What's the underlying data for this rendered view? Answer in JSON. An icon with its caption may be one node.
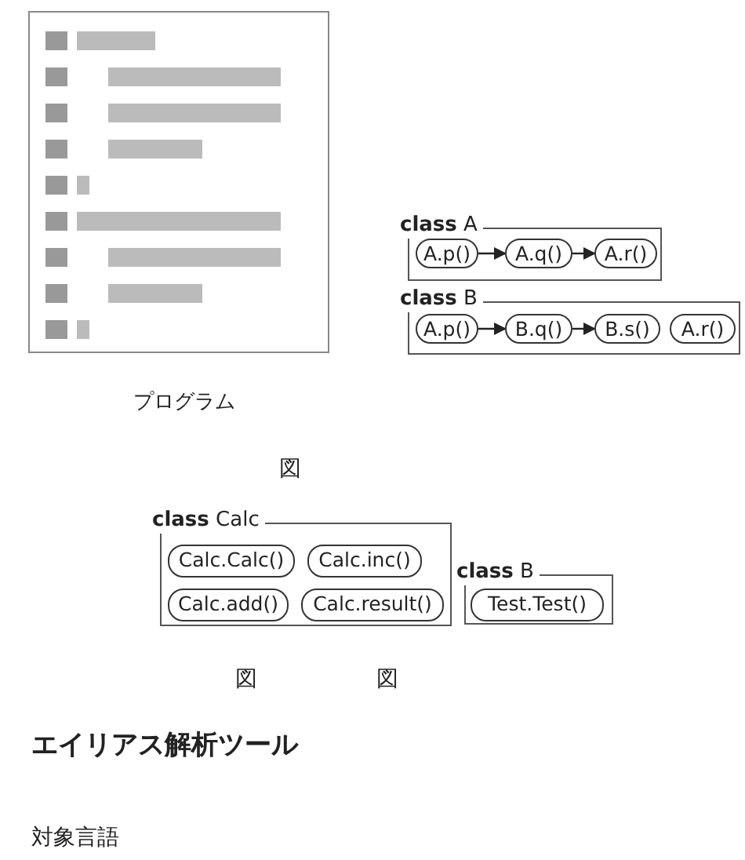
{
  "diagram": {
    "nodes": [
      {
        "text": [
          "**class** A"
        ]
      },
      {
        "text": [
          "A.p()"
        ],
        "in": 0
      },
      {
        "text": [
          "A.q()"
        ],
        "in": 0
      },
      {
        "text": [
          "A.r()"
        ],
        "in": 0
      },
      {
        "text": [
          "**class** B"
        ]
      },
      {
        "text": [
          "A.p()"
        ],
        "in": 4
      },
      {
        "text": [
          "B.q()"
        ],
        "in": 4
      },
      {
        "text": [
          "B.s()"
        ],
        "in": 4
      },
      {
        "text": [
          "A.r()"
        ],
        "in": 4
      },
      {
        "text": [
          "**class** Calc"
        ]
      },
      {
        "text": [
          "Calc.Calc()"
        ],
        "in": 9
      },
      {
        "text": [
          "Calc.inc()"
        ],
        "in": 9
      },
      {
        "text": [
          "Calc.add()"
        ],
        "in": 9
      },
      {
        "text": [
          "Calc.result()"
        ],
        "in": 9
      },
      {
        "text": [
          "**class** B"
        ]
      },
      {
        "text": [
          "Test.Test()"
        ],
        "in": 14
      },
      {
        "text": [],
        "shape": "box"
      }
    ],
    "edges": [
      {
        "from": 1,
        "to": 2,
        "arrow": "to"
      },
      {
        "from": 2,
        "to": 3,
        "arrow": "to"
      },
      {
        "from": 5,
        "to": 6,
        "arrow": "to"
      },
      {
        "from": 6,
        "to": 7,
        "arrow": "to"
      }
    ],
    "labels": [
      "プログラム",
      "図",
      "図",
      "図",
      "エイリアス解析ツール",
      "対象言語"
    ]
  }
}
